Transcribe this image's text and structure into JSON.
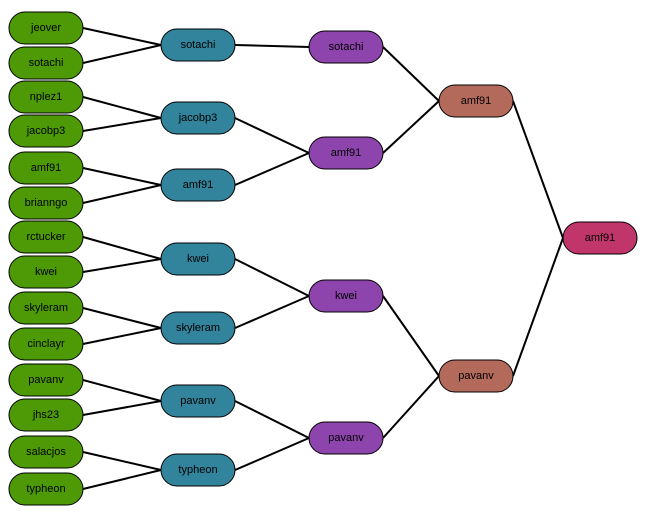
{
  "colors": {
    "round1": "#4e9a06",
    "round2": "#31849b",
    "round3": "#8e44ad",
    "round4": "#b46a5a",
    "champion": "#c0366b"
  },
  "rounds": [
    [
      "jeover",
      "sotachi",
      "nplez1",
      "jacobp3",
      "amf91",
      "brianngo",
      "rctucker",
      "kwei",
      "skyleram",
      "cinclayr",
      "pavanv",
      "jhs23",
      "salacjos",
      "typheon"
    ],
    [
      "sotachi",
      "jacobp3",
      "amf91",
      "kwei",
      "skyleram",
      "pavanv",
      "typheon"
    ],
    [
      "sotachi",
      "amf91",
      "kwei",
      "pavanv"
    ],
    [
      "amf91",
      "pavanv"
    ],
    [
      "amf91"
    ]
  ],
  "links": [
    [
      [
        0,
        0
      ],
      [
        0,
        0
      ]
    ],
    [
      [
        0,
        1
      ],
      [
        0,
        0
      ]
    ],
    [
      [
        0,
        2
      ],
      [
        0,
        1
      ]
    ],
    [
      [
        0,
        3
      ],
      [
        0,
        1
      ]
    ],
    [
      [
        0,
        4
      ],
      [
        0,
        2
      ]
    ],
    [
      [
        0,
        5
      ],
      [
        0,
        2
      ]
    ],
    [
      [
        0,
        6
      ],
      [
        0,
        3
      ]
    ],
    [
      [
        0,
        7
      ],
      [
        0,
        3
      ]
    ],
    [
      [
        0,
        8
      ],
      [
        0,
        4
      ]
    ],
    [
      [
        0,
        9
      ],
      [
        0,
        4
      ]
    ],
    [
      [
        0,
        10
      ],
      [
        0,
        5
      ]
    ],
    [
      [
        0,
        11
      ],
      [
        0,
        5
      ]
    ],
    [
      [
        0,
        12
      ],
      [
        0,
        6
      ]
    ],
    [
      [
        0,
        13
      ],
      [
        0,
        6
      ]
    ],
    [
      [
        1,
        0
      ],
      [
        1,
        0
      ]
    ],
    [
      [
        1,
        1
      ],
      [
        1,
        1
      ]
    ],
    [
      [
        1,
        2
      ],
      [
        1,
        1
      ]
    ],
    [
      [
        1,
        3
      ],
      [
        1,
        2
      ]
    ],
    [
      [
        1,
        4
      ],
      [
        1,
        2
      ]
    ],
    [
      [
        1,
        5
      ],
      [
        1,
        3
      ]
    ],
    [
      [
        1,
        6
      ],
      [
        1,
        3
      ]
    ],
    [
      [
        2,
        0
      ],
      [
        2,
        0
      ]
    ],
    [
      [
        2,
        1
      ],
      [
        2,
        0
      ]
    ],
    [
      [
        2,
        2
      ],
      [
        2,
        1
      ]
    ],
    [
      [
        2,
        3
      ],
      [
        2,
        1
      ]
    ],
    [
      [
        3,
        0
      ],
      [
        3,
        0
      ]
    ],
    [
      [
        3,
        1
      ],
      [
        3,
        0
      ]
    ]
  ]
}
